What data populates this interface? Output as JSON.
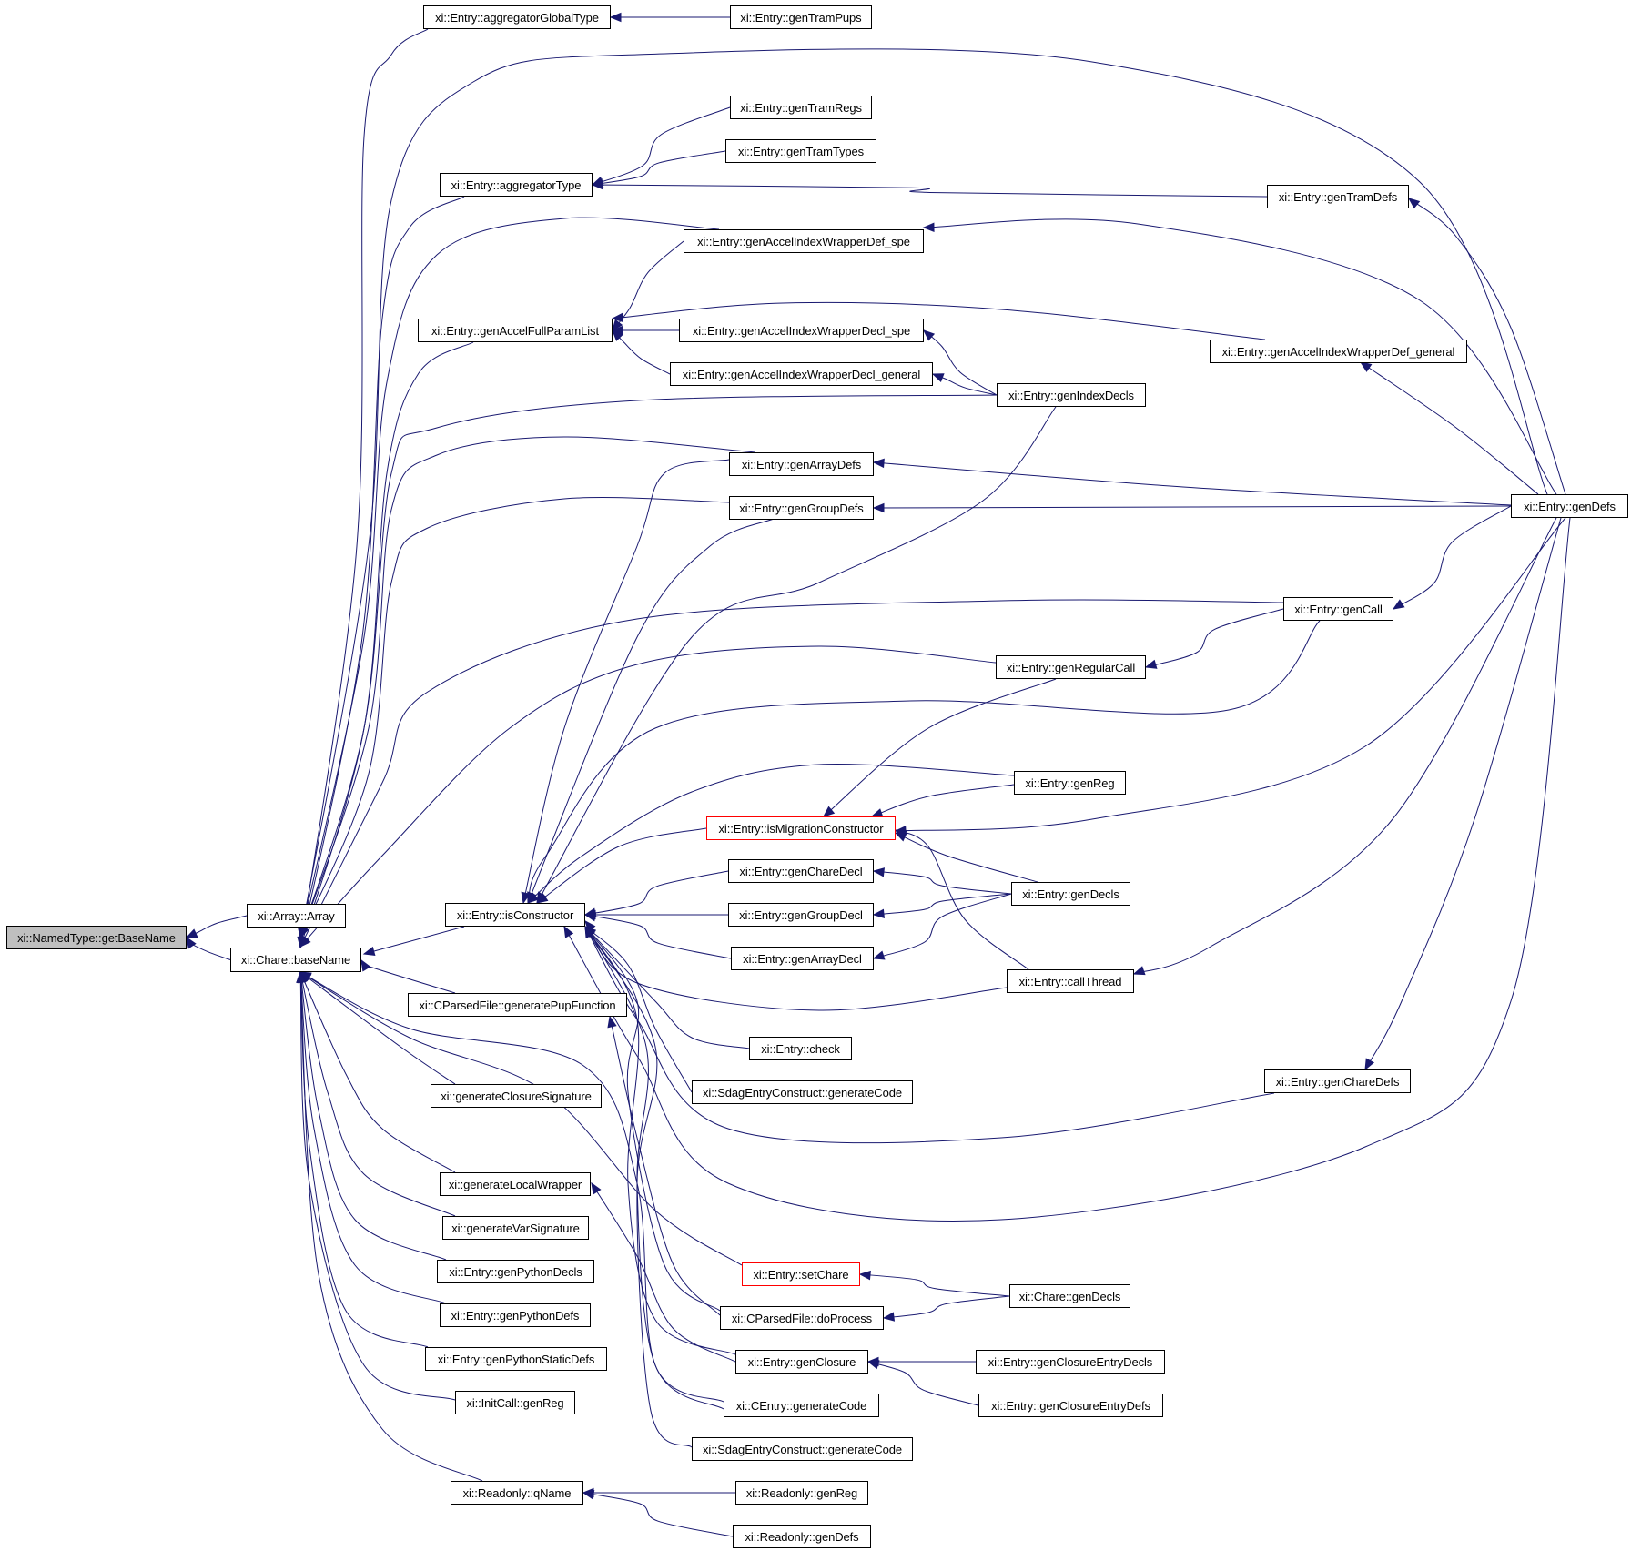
{
  "graph": {
    "type": "caller-graph",
    "colors": {
      "edge": "#191970",
      "root_fill": "#bfbfbf",
      "node_border": "#000000",
      "incomplete_border": "#ff0000"
    },
    "nodes": [
      {
        "id": "getBaseName",
        "label": "xi::NamedType::getBaseName",
        "style": "root"
      },
      {
        "id": "arrayArray",
        "label": "xi::Array::Array"
      },
      {
        "id": "chareBaseName",
        "label": "xi::Chare::baseName"
      },
      {
        "id": "aggGlobalType",
        "label": "xi::Entry::aggregatorGlobalType"
      },
      {
        "id": "genTramPups",
        "label": "xi::Entry::genTramPups"
      },
      {
        "id": "genTramRegs",
        "label": "xi::Entry::genTramRegs"
      },
      {
        "id": "genTramTypes",
        "label": "xi::Entry::genTramTypes"
      },
      {
        "id": "aggType",
        "label": "xi::Entry::aggregatorType"
      },
      {
        "id": "genTramDefs",
        "label": "xi::Entry::genTramDefs"
      },
      {
        "id": "wrapDefSpe",
        "label": "xi::Entry::genAccelIndexWrapperDef_spe"
      },
      {
        "id": "fullParamList",
        "label": "xi::Entry::genAccelFullParamList"
      },
      {
        "id": "wrapDeclSpe",
        "label": "xi::Entry::genAccelIndexWrapperDecl_spe"
      },
      {
        "id": "wrapDefGen",
        "label": "xi::Entry::genAccelIndexWrapperDef_general"
      },
      {
        "id": "wrapDeclGen",
        "label": "xi::Entry::genAccelIndexWrapperDecl_general"
      },
      {
        "id": "genIndexDecls",
        "label": "xi::Entry::genIndexDecls"
      },
      {
        "id": "genArrayDefs",
        "label": "xi::Entry::genArrayDefs"
      },
      {
        "id": "genGroupDefs",
        "label": "xi::Entry::genGroupDefs"
      },
      {
        "id": "genDefs",
        "label": "xi::Entry::genDefs"
      },
      {
        "id": "genCall",
        "label": "xi::Entry::genCall"
      },
      {
        "id": "genRegularCall",
        "label": "xi::Entry::genRegularCall"
      },
      {
        "id": "entryGenReg",
        "label": "xi::Entry::genReg"
      },
      {
        "id": "isMigCtor",
        "label": "xi::Entry::isMigrationConstructor",
        "style": "red"
      },
      {
        "id": "genChareDecl",
        "label": "xi::Entry::genChareDecl"
      },
      {
        "id": "genGroupDecl",
        "label": "xi::Entry::genGroupDecl"
      },
      {
        "id": "genArrayDecl",
        "label": "xi::Entry::genArrayDecl"
      },
      {
        "id": "isCtor",
        "label": "xi::Entry::isConstructor"
      },
      {
        "id": "entryGenDecls",
        "label": "xi::Entry::genDecls"
      },
      {
        "id": "callThread",
        "label": "xi::Entry::callThread"
      },
      {
        "id": "genPupFn",
        "label": "xi::CParsedFile::generatePupFunction"
      },
      {
        "id": "check",
        "label": "xi::Entry::check"
      },
      {
        "id": "sdagGen1",
        "label": "xi::SdagEntryConstruct::generateCode"
      },
      {
        "id": "genChareDefs",
        "label": "xi::Entry::genChareDefs"
      },
      {
        "id": "genClosureSig",
        "label": "xi::generateClosureSignature"
      },
      {
        "id": "genLocalWrapper",
        "label": "xi::generateLocalWrapper"
      },
      {
        "id": "genVarSig",
        "label": "xi::generateVarSignature"
      },
      {
        "id": "genPythonDecls",
        "label": "xi::Entry::genPythonDecls"
      },
      {
        "id": "setChare",
        "label": "xi::Entry::setChare",
        "style": "red"
      },
      {
        "id": "chareGenDecls",
        "label": "xi::Chare::genDecls"
      },
      {
        "id": "genPythonDefs",
        "label": "xi::Entry::genPythonDefs"
      },
      {
        "id": "doProcess",
        "label": "xi::CParsedFile::doProcess"
      },
      {
        "id": "genPythonStaticDefs",
        "label": "xi::Entry::genPythonStaticDefs"
      },
      {
        "id": "genClosure",
        "label": "xi::Entry::genClosure"
      },
      {
        "id": "genClosureEntryDecls",
        "label": "xi::Entry::genClosureEntryDecls"
      },
      {
        "id": "initCallGenReg",
        "label": "xi::InitCall::genReg"
      },
      {
        "id": "centryGen",
        "label": "xi::CEntry::generateCode"
      },
      {
        "id": "genClosureEntryDefs",
        "label": "xi::Entry::genClosureEntryDefs"
      },
      {
        "id": "sdagGen2",
        "label": "xi::SdagEntryConstruct::generateCode"
      },
      {
        "id": "qName",
        "label": "xi::Readonly::qName"
      },
      {
        "id": "roGenReg",
        "label": "xi::Readonly::genReg"
      },
      {
        "id": "roGenDefs",
        "label": "xi::Readonly::genDefs"
      }
    ],
    "edges": [
      [
        "arrayArray",
        "getBaseName"
      ],
      [
        "chareBaseName",
        "getBaseName"
      ],
      [
        "aggGlobalType",
        "chareBaseName"
      ],
      [
        "genTramPups",
        "aggGlobalType"
      ],
      [
        "genDefs",
        "chareBaseName"
      ],
      [
        "genTramRegs",
        "aggType"
      ],
      [
        "genTramTypes",
        "aggType"
      ],
      [
        "genTramDefs",
        "aggType"
      ],
      [
        "aggType",
        "chareBaseName"
      ],
      [
        "wrapDefSpe",
        "chareBaseName"
      ],
      [
        "genDefs",
        "wrapDefSpe"
      ],
      [
        "wrapDefSpe",
        "fullParamList"
      ],
      [
        "wrapDeclSpe",
        "fullParamList"
      ],
      [
        "wrapDefGen",
        "fullParamList"
      ],
      [
        "wrapDeclGen",
        "fullParamList"
      ],
      [
        "fullParamList",
        "chareBaseName"
      ],
      [
        "genIndexDecls",
        "wrapDeclSpe"
      ],
      [
        "genIndexDecls",
        "wrapDeclGen"
      ],
      [
        "genIndexDecls",
        "chareBaseName"
      ],
      [
        "genDefs",
        "wrapDefGen"
      ],
      [
        "genDefs",
        "genTramDefs"
      ],
      [
        "genArrayDefs",
        "chareBaseName"
      ],
      [
        "genDefs",
        "genArrayDefs"
      ],
      [
        "genGroupDefs",
        "chareBaseName"
      ],
      [
        "genDefs",
        "genGroupDefs"
      ],
      [
        "genDefs",
        "genCall"
      ],
      [
        "genCall",
        "chareBaseName"
      ],
      [
        "genCall",
        "genRegularCall"
      ],
      [
        "genRegularCall",
        "chareBaseName"
      ],
      [
        "genCall",
        "isCtor"
      ],
      [
        "genRegularCall",
        "isMigCtor"
      ],
      [
        "entryGenReg",
        "isMigCtor"
      ],
      [
        "entryGenReg",
        "isCtor"
      ],
      [
        "genDefs",
        "isMigCtor"
      ],
      [
        "isMigCtor",
        "isCtor"
      ],
      [
        "entryGenDecls",
        "isMigCtor"
      ],
      [
        "callThread",
        "isMigCtor"
      ],
      [
        "genChareDecl",
        "isCtor"
      ],
      [
        "genGroupDecl",
        "isCtor"
      ],
      [
        "genArrayDecl",
        "isCtor"
      ],
      [
        "entryGenDecls",
        "genChareDecl"
      ],
      [
        "entryGenDecls",
        "genGroupDecl"
      ],
      [
        "entryGenDecls",
        "genArrayDecl"
      ],
      [
        "genArrayDefs",
        "isCtor"
      ],
      [
        "genGroupDefs",
        "isCtor"
      ],
      [
        "genIndexDecls",
        "isCtor"
      ],
      [
        "callThread",
        "isCtor"
      ],
      [
        "genDefs",
        "callThread"
      ],
      [
        "isCtor",
        "chareBaseName"
      ],
      [
        "genPupFn",
        "chareBaseName"
      ],
      [
        "doProcess",
        "genPupFn"
      ],
      [
        "check",
        "isCtor"
      ],
      [
        "sdagGen1",
        "isCtor"
      ],
      [
        "genChareDefs",
        "isCtor"
      ],
      [
        "genDefs",
        "genChareDefs"
      ],
      [
        "genDefs",
        "isCtor"
      ],
      [
        "genClosureSig",
        "chareBaseName"
      ],
      [
        "genLocalWrapper",
        "chareBaseName"
      ],
      [
        "genClosure",
        "genLocalWrapper"
      ],
      [
        "genVarSig",
        "chareBaseName"
      ],
      [
        "genPythonDecls",
        "chareBaseName"
      ],
      [
        "genPythonDefs",
        "chareBaseName"
      ],
      [
        "genPythonStaticDefs",
        "chareBaseName"
      ],
      [
        "initCallGenReg",
        "chareBaseName"
      ],
      [
        "qName",
        "chareBaseName"
      ],
      [
        "roGenReg",
        "qName"
      ],
      [
        "roGenDefs",
        "qName"
      ],
      [
        "setChare",
        "chareBaseName"
      ],
      [
        "chareGenDecls",
        "setChare"
      ],
      [
        "chareGenDecls",
        "doProcess"
      ],
      [
        "genClosureEntryDecls",
        "genClosure"
      ],
      [
        "genClosureEntryDefs",
        "genClosure"
      ],
      [
        "genClosure",
        "isCtor"
      ],
      [
        "centryGen",
        "isCtor"
      ],
      [
        "sdagGen2",
        "isCtor"
      ],
      [
        "doProcess",
        "isCtor"
      ],
      [
        "centryGen",
        "chareBaseName"
      ]
    ]
  }
}
